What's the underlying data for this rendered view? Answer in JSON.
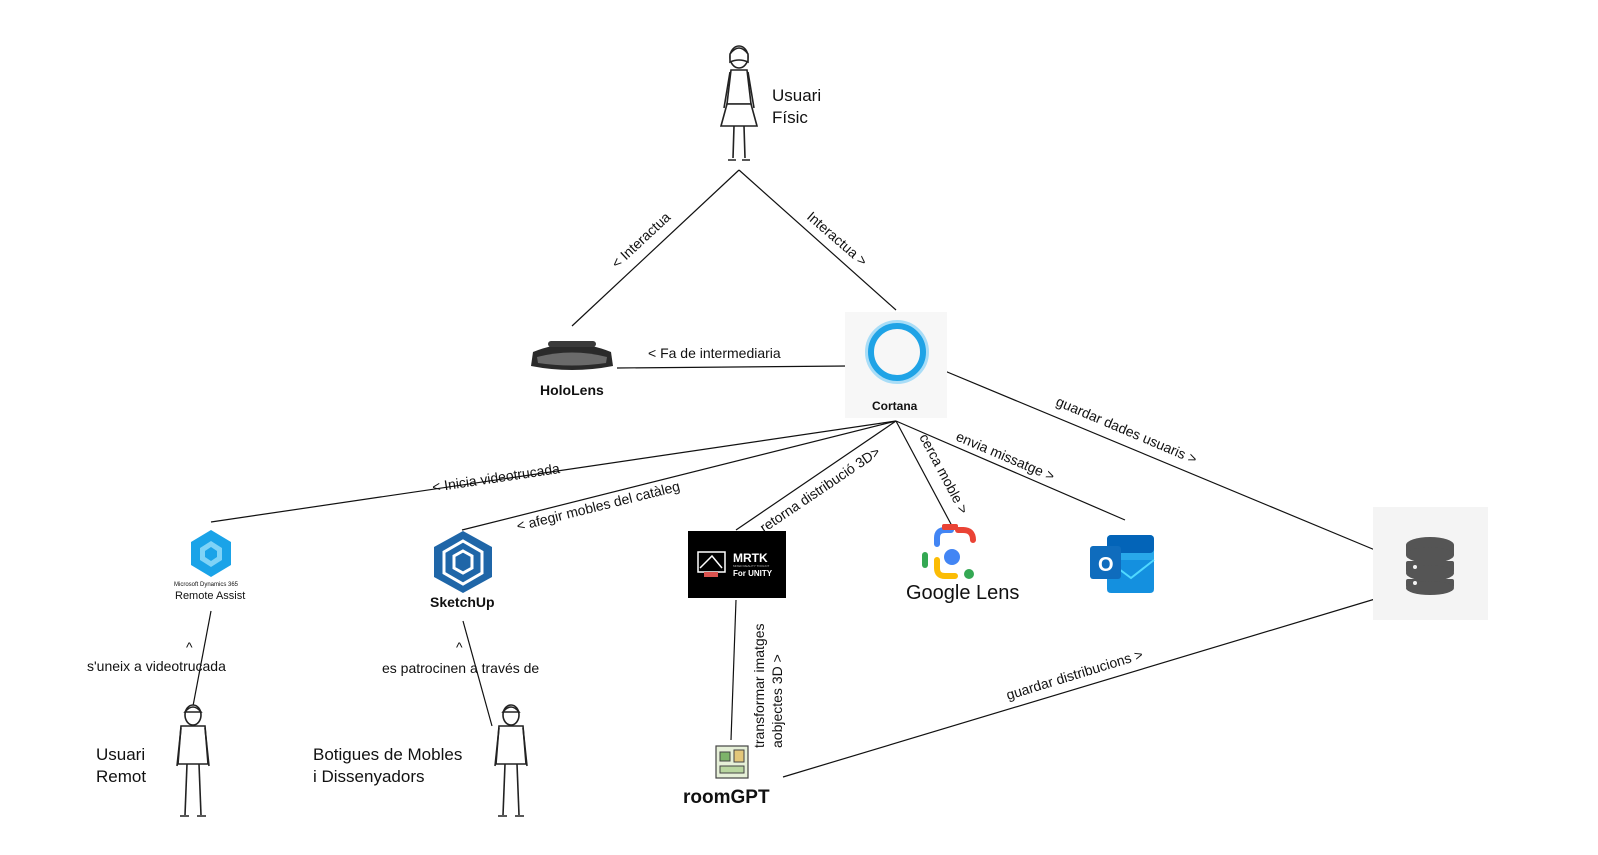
{
  "actors": {
    "usuari_fisic": [
      "Usuari",
      "Físic"
    ],
    "usuari_remot": [
      "Usuari",
      "Remot"
    ],
    "botigues": [
      "Botigues de Mobles",
      "i Dissenyadors"
    ]
  },
  "nodes": {
    "hololens": "HoloLens",
    "cortana": "Cortana",
    "remote_assist_small": "Microsoft Dynamics 365",
    "remote_assist": "Remote Assist",
    "sketchup": "SketchUp",
    "mrtk": "MRTK",
    "mrtk_sub1": "MIXED REALITY TOOLKIT",
    "mrtk_sub2": "For UNITY",
    "google_lens": "Google Lens",
    "roomgpt": "roomGPT",
    "outlook_letter": "O"
  },
  "edges": {
    "interactua_left": "< Interactua",
    "interactua_right": "Interactua >",
    "fa_intermediaria": "< Fa de intermediaria",
    "inicia_videotrucada": "< Inicia videotrucada",
    "afegir_mobles": "< afegir  mobles del catàleg",
    "retorna_distribucio": "retorna distribució 3D>",
    "cerca_moble": "cerca moble >",
    "envia_missatge": "envia missatge >",
    "guardar_dades": "guardar dades usuaris >",
    "guardar_distribucions": "guardar distribucions >",
    "uneix_caret": "^",
    "uneix": "s'uneix a videotrucada",
    "patrocinen_caret": "^",
    "patrocinen": "es patrocinen a través de",
    "transformar_1": "transformar imatges",
    "transformar_2": "aobjectes 3D >"
  },
  "colors": {
    "cortana": "#1fa3e6",
    "remote_assist": "#1aa3e8",
    "sketchup": "#1f66a8",
    "outlook": "#0f6cbd",
    "database_bg": "#f4f4f4",
    "database": "#555555"
  }
}
